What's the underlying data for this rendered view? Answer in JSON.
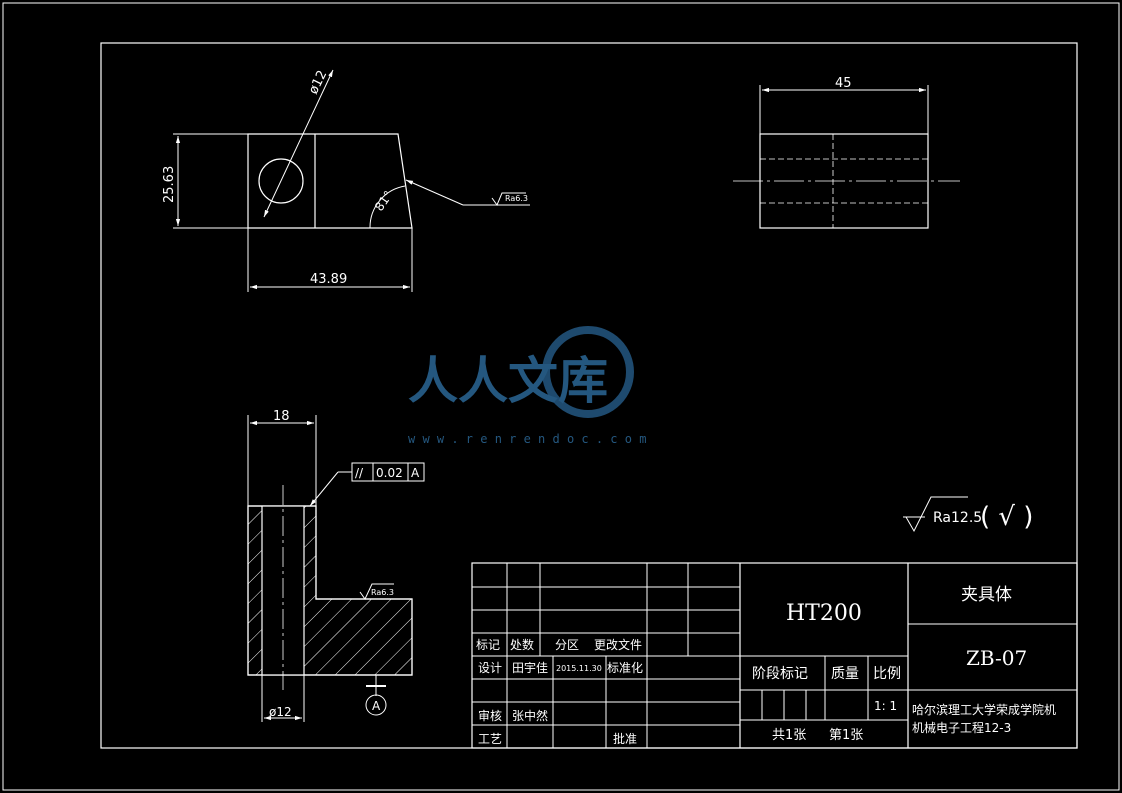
{
  "watermark": {
    "brand": "人人文库",
    "url": "w w w . r e n r e n d o c . c o m"
  },
  "views": {
    "top_left": {
      "dia": "ø12",
      "height": "25.63",
      "width": "43.89",
      "angle": "81°",
      "roughness": "Ra6.3"
    },
    "top_right": {
      "width": "45"
    },
    "section": {
      "width_top": "18",
      "tolerance": "//",
      "tol_value": "0.02",
      "datum": "A",
      "roughness": "Ra6.3",
      "dia_bottom": "ø12",
      "datum_marker": "A"
    }
  },
  "general_roughness": {
    "value": "Ra12.5",
    "paren": "( √ )"
  },
  "title_block": {
    "material": "HT200",
    "part_name": "夹具体",
    "drawing_no": "ZB-07",
    "row_headers": {
      "mark": "标记",
      "count": "处数",
      "zone": "分区",
      "change": "更改文件"
    },
    "design_label": "设计",
    "designer": "田宇佳",
    "design_date": "2015.11.30",
    "standard_label": "标准化",
    "review_label": "审核",
    "reviewer": "张中然",
    "process_label": "工艺",
    "approve_label": "批准",
    "stage_label": "阶段标记",
    "mass_label": "质量",
    "scale_label": "比例",
    "scale": "1: 1",
    "sheets": "共1张",
    "sheet_no": "第1张",
    "school": "哈尔滨理工大学荣成学院机",
    "major": "机械电子工程12-3"
  }
}
